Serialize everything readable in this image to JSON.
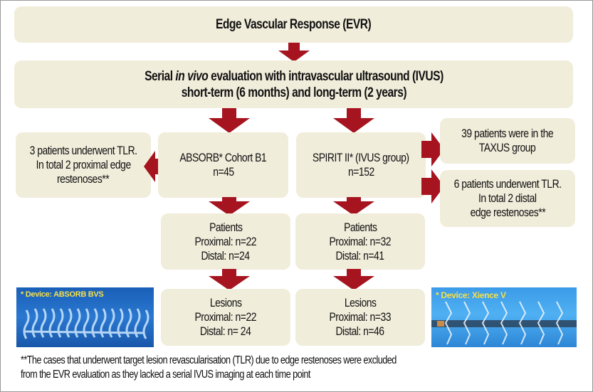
{
  "title": "Edge Vascular Response (EVR)",
  "evaluation": {
    "line1_prefix": "Serial ",
    "line1_italic": "in vivo",
    "line1_suffix": " evaluation with intravascular ultrasound (IVUS)",
    "line2": "short-term (6 months) and long-term (2 years)"
  },
  "absorb": {
    "trial": "ABSORB* Cohort B1",
    "n": "n=45",
    "excluded": [
      "3 patients underwent TLR.",
      "In total 2 proximal edge",
      "restenoses**"
    ],
    "patients": [
      "Patients",
      "Proximal: n=22",
      "Distal: n=24"
    ],
    "lesions": [
      "Lesions",
      "Proximal: n=22",
      "Distal: n= 24"
    ],
    "device_label": "* Device: ABSORB BVS"
  },
  "spirit": {
    "trial": "SPIRIT II* (IVUS group)",
    "n": "n=152",
    "taxus": [
      "39 patients were in the",
      "TAXUS group"
    ],
    "excluded": [
      "6 patients underwent TLR.",
      "In total 2 distal",
      "edge restenoses**"
    ],
    "patients": [
      "Patients",
      "Proximal: n=32",
      "Distal: n=41"
    ],
    "lesions": [
      "Lesions",
      "Proximal: n=33",
      "Distal: n=46"
    ],
    "device_label": "* Device: Xience V"
  },
  "footnote": [
    "**The cases that underwent target lesion revascularisation (TLR) due to edge restenoses were excluded",
    "from the EVR evaluation as they lacked a serial IVUS imaging at each time point"
  ],
  "colors": {
    "box": "#f1eddb",
    "arrow": "#a5141f",
    "device_bg": "#1f6fc4",
    "label": "#f5e04a"
  }
}
